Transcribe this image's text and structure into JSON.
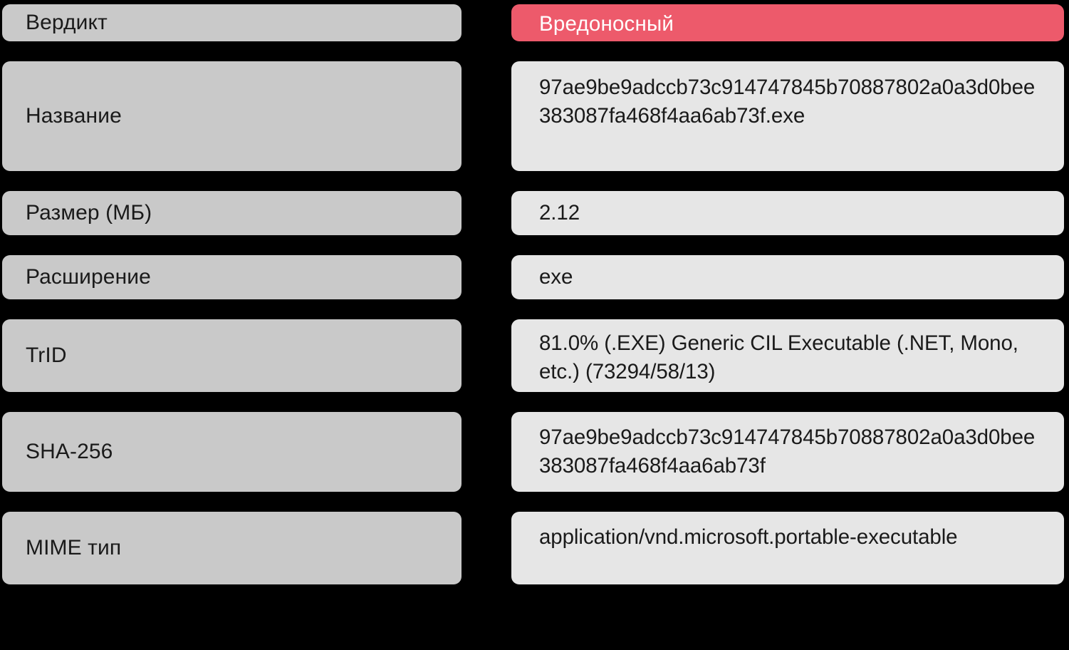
{
  "card": {
    "background_color": "#000000",
    "label_pill_color": "#c9c9c9",
    "value_pill_color": "#e6e6e6",
    "verdict_color": "#ed5a6b",
    "text_color": "#1a1a1a",
    "verdict_text_color": "#ffffff"
  },
  "rows": [
    {
      "label": "Вердикт",
      "value": "Вредоносный",
      "kind": "verdict"
    },
    {
      "label": "Название",
      "value": "97ae9be9adccb73c914747845b70887802a0a3d0bee383087fa468f4aa6ab73f.exe",
      "kind": "text"
    },
    {
      "label": "Размер (МБ)",
      "value": "2.12",
      "kind": "text"
    },
    {
      "label": "Расширение",
      "value": "exe",
      "kind": "text"
    },
    {
      "label": "TrID",
      "value": "81.0% (.EXE) Generic CIL Executable (.NET, Mono, etc.) (73294/58/13)",
      "kind": "text"
    },
    {
      "label": "SHA-256",
      "value": "97ae9be9adccb73c914747845b70887802a0a3d0bee383087fa468f4aa6ab73f",
      "kind": "text"
    },
    {
      "label": "MIME тип",
      "value": "application/vnd.microsoft.portable-executable",
      "kind": "text"
    }
  ]
}
